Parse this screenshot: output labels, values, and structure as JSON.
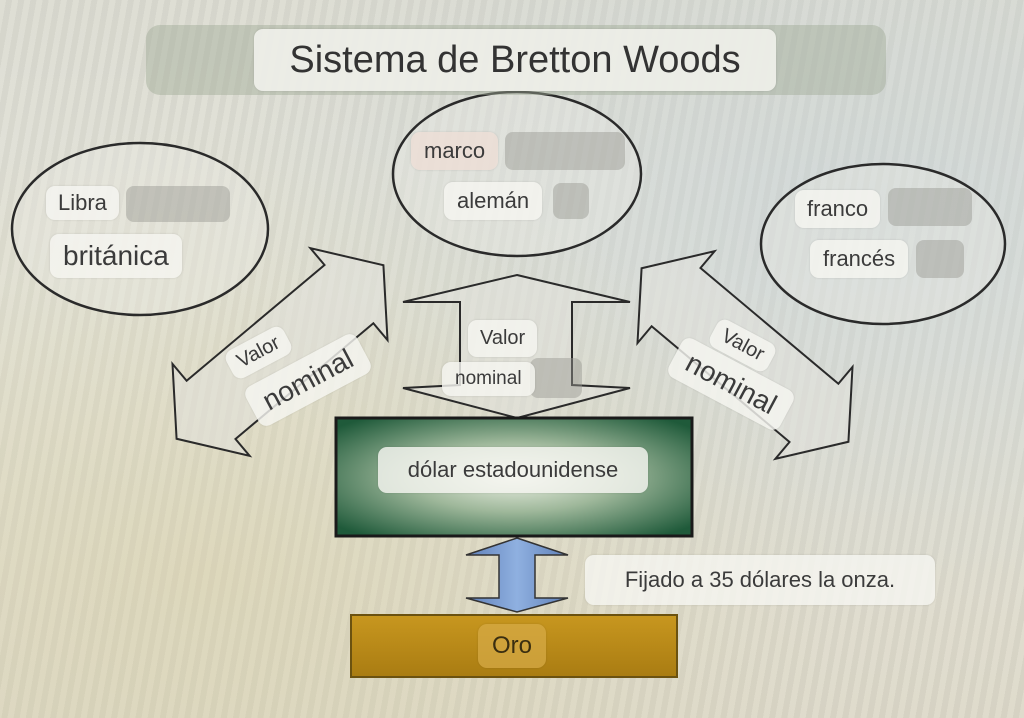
{
  "title": "Sistema de Bretton Woods",
  "currencies": {
    "british": {
      "line1": "Libra",
      "line2": "británica"
    },
    "german": {
      "line1": "marco",
      "line2": "alemán"
    },
    "french": {
      "line1": "franco",
      "line2": "francés"
    }
  },
  "arrows": {
    "left": {
      "line1": "Valor",
      "line2": "nominal"
    },
    "center": {
      "line1": "Valor",
      "line2": "nominal"
    },
    "right": {
      "line1": "Valor",
      "line2": "nominal"
    }
  },
  "dollar_box": {
    "label": "dólar estadounidense"
  },
  "gold_box": {
    "label": "Oro"
  },
  "gold_link_note": "Fijado a 35 dólares la onza.",
  "colors": {
    "dollar_box": "#1f5a3a",
    "gold_box": "#b88a1a",
    "link_arrow": "#6f90c6"
  }
}
